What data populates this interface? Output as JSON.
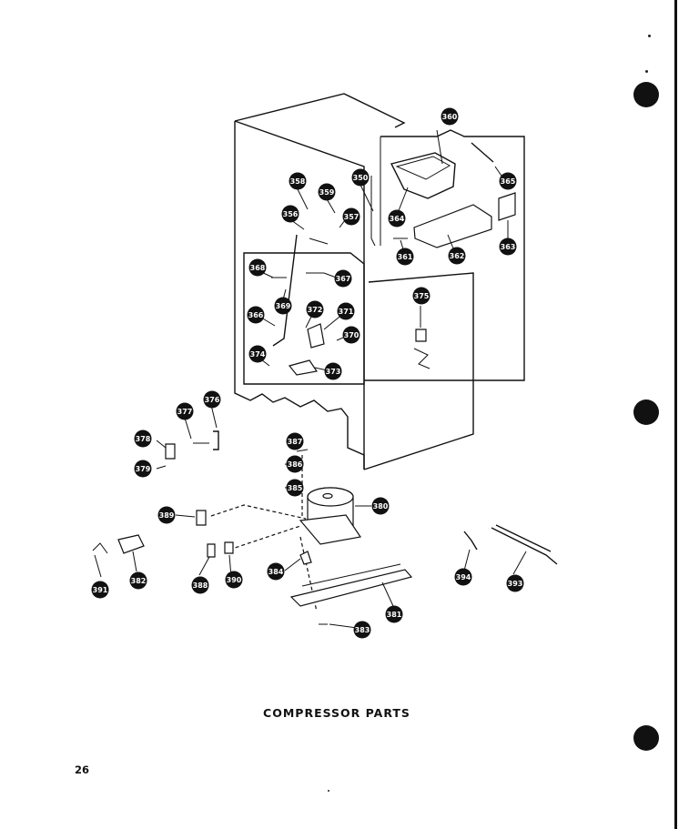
{
  "diagram": {
    "title": "COMPRESSOR PARTS",
    "page_number": "26",
    "callouts": [
      "360",
      "358",
      "359",
      "350",
      "356",
      "357",
      "364",
      "365",
      "361",
      "362",
      "363",
      "368",
      "367",
      "369",
      "366",
      "372",
      "371",
      "370",
      "374",
      "373",
      "375",
      "376",
      "377",
      "378",
      "379",
      "387",
      "386",
      "385",
      "380",
      "389",
      "388",
      "390",
      "384",
      "381",
      "382",
      "391",
      "383",
      "394",
      "393"
    ]
  }
}
